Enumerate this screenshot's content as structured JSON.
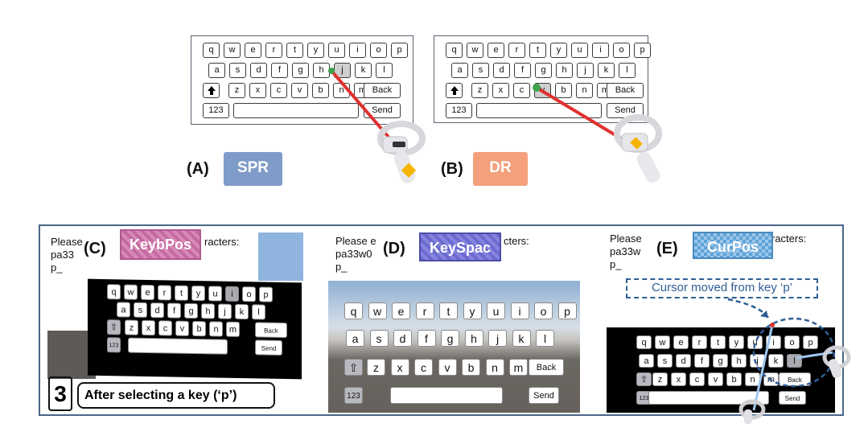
{
  "panel_a": {
    "label": "(A)",
    "badge": "SPR",
    "badge_color": "#7f9cc8",
    "rows": [
      [
        "q",
        "w",
        "e",
        "r",
        "t",
        "y",
        "u",
        "i",
        "o",
        "p"
      ],
      [
        "a",
        "s",
        "d",
        "f",
        "g",
        "h",
        "j",
        "k",
        "l"
      ],
      [
        "z",
        "x",
        "c",
        "v",
        "b",
        "n",
        "m"
      ]
    ],
    "back": "Back",
    "num": "123",
    "send": "Send",
    "highlight_key": "j"
  },
  "panel_b": {
    "label": "(B)",
    "badge": "DR",
    "badge_color": "#f4a07c",
    "rows": [
      [
        "q",
        "w",
        "e",
        "r",
        "t",
        "y",
        "u",
        "i",
        "o",
        "p"
      ],
      [
        "a",
        "s",
        "d",
        "f",
        "g",
        "h",
        "j",
        "k",
        "l"
      ],
      [
        "z",
        "x",
        "c",
        "v",
        "b",
        "n",
        "m"
      ]
    ],
    "back": "Back",
    "num": "123",
    "send": "Send",
    "highlight_key": "v"
  },
  "bottom": {
    "step_number": "3",
    "step_text": "After selecting a key (‘p’)",
    "c": {
      "label": "(C)",
      "tag": "KeybPos",
      "prompt_lines": [
        "Please",
        "pa33",
        "p_"
      ],
      "prompt_tail": "racters:",
      "rows": [
        [
          "q",
          "w",
          "e",
          "r",
          "t",
          "y",
          "u",
          "i",
          "o",
          "p"
        ],
        [
          "a",
          "s",
          "d",
          "f",
          "g",
          "h",
          "j",
          "k",
          "l"
        ],
        [
          "z",
          "x",
          "c",
          "v",
          "b",
          "n",
          "m"
        ]
      ],
      "back": "Back",
      "num": "123",
      "send": "Send"
    },
    "d": {
      "label": "(D)",
      "tag": "KeySpac",
      "prompt_lines": [
        "Please e",
        "pa33w0",
        "p_"
      ],
      "prompt_tail": "cters:",
      "rows": [
        [
          "q",
          "w",
          "e",
          "r",
          "t",
          "y",
          "u",
          "i",
          "o",
          "p"
        ],
        [
          "a",
          "s",
          "d",
          "f",
          "g",
          "h",
          "j",
          "k",
          "l"
        ],
        [
          "z",
          "x",
          "c",
          "v",
          "b",
          "n",
          "m"
        ]
      ],
      "back": "Back",
      "num": "123",
      "send": "Send"
    },
    "e": {
      "label": "(E)",
      "tag": "CurPos",
      "prompt_lines": [
        "Please",
        "pa33w",
        "p_"
      ],
      "prompt_tail": "racters:",
      "callout": "Cursor moved from key ‘p’",
      "rows": [
        [
          "q",
          "w",
          "e",
          "r",
          "t",
          "y",
          "u",
          "i",
          "o",
          "p"
        ],
        [
          "a",
          "s",
          "d",
          "f",
          "g",
          "h",
          "j",
          "k",
          "l"
        ],
        [
          "z",
          "x",
          "c",
          "v",
          "b",
          "n",
          "m"
        ]
      ],
      "back": "Back",
      "num": "123",
      "send": "Send"
    }
  }
}
